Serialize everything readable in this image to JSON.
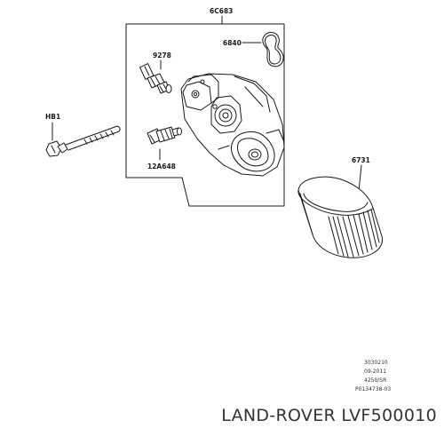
{
  "callouts": {
    "assembly": "6C683",
    "gasket": "6840",
    "bolt": "HB1",
    "sensor_top": "9278",
    "sensor_bottom": "12A648",
    "oil_filter": "6731"
  },
  "stamp": {
    "line1": "3030210",
    "line2": "09-2011",
    "line3": "4250/SR",
    "line4": "P0134738-03"
  },
  "caption": "LAND-ROVER LVF500010"
}
